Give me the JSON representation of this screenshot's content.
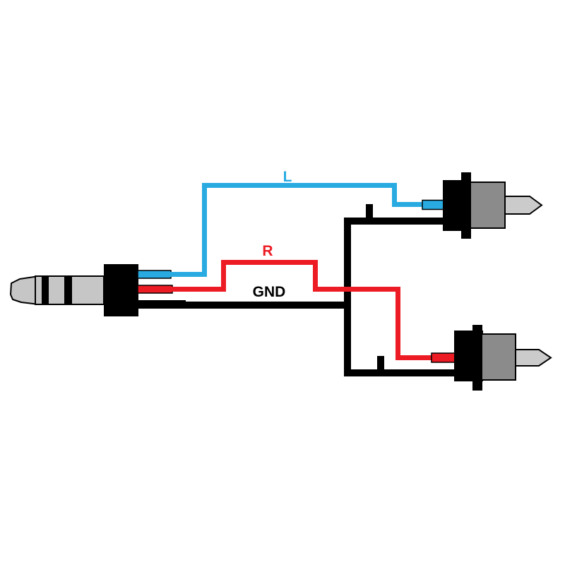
{
  "diagram": {
    "labels": {
      "left_channel": "L",
      "right_channel": "R",
      "ground": "GND"
    }
  },
  "colors": {
    "left_channel": "#29ABE2",
    "right_channel": "#ED1C24",
    "ground": "#000000",
    "background": "#FFFFFF",
    "connector_shell": "#8B8B8B",
    "connector_pin": "#CBCBCB",
    "jack_metal": "#C6C6C6",
    "outline": "#000000"
  },
  "components": {
    "source_connector": "3.5mm-trs-jack-icon",
    "top_connector": "rca-plug-icon",
    "bottom_connector": "rca-plug-icon"
  }
}
